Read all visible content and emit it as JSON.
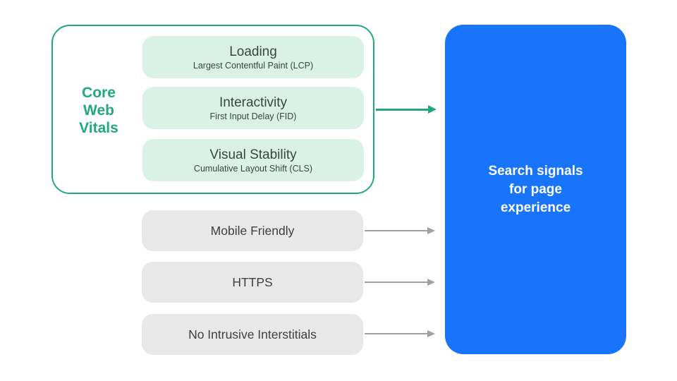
{
  "colors": {
    "green": "#23A878",
    "mint": "#D9F2E5",
    "gray_box": "#E8E8E8",
    "arrow_gray": "#9AA0A6",
    "blue": "#1874FA",
    "text_dark": "#3C4043",
    "text_green_dark": "#37463F",
    "white": "#FFFFFF"
  },
  "core_web_vitals": {
    "label": "Core\nWeb\nVitals",
    "items": [
      {
        "title": "Loading",
        "subtitle": "Largest Contentful Paint (LCP)"
      },
      {
        "title": "Interactivity",
        "subtitle": "First Input Delay (FID)"
      },
      {
        "title": "Visual Stability",
        "subtitle": "Cumulative Layout Shift (CLS)"
      }
    ]
  },
  "other_signals": [
    {
      "label": "Mobile Friendly"
    },
    {
      "label": "HTTPS"
    },
    {
      "label": "No Intrusive Interstitials"
    }
  ],
  "result_box": {
    "label": "Search signals\nfor page\nexperience"
  }
}
